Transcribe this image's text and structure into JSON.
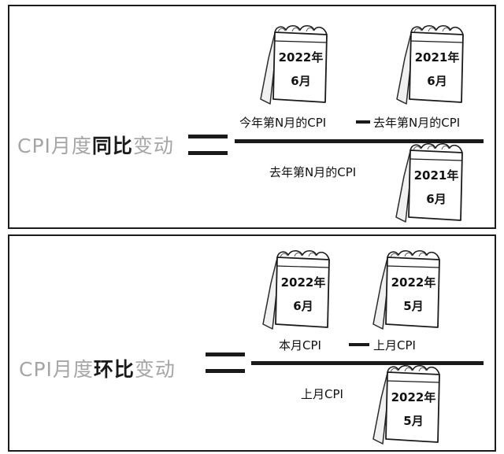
{
  "yoy": {
    "lhs_prefix": "CPI月度",
    "lhs_em": "同比",
    "lhs_suffix": "变动",
    "numerator_left": "今年第N月的CPI",
    "numerator_right": "去年第N月的CPI",
    "denominator": "去年第N月的CPI",
    "calendars": [
      {
        "year": "2022年",
        "month": "6月"
      },
      {
        "year": "2021年",
        "month": "6月"
      },
      {
        "year": "2021年",
        "month": "6月"
      }
    ]
  },
  "mom": {
    "lhs_prefix": "CPI月度",
    "lhs_em": "环比",
    "lhs_suffix": "变动",
    "numerator_left": "本月CPI",
    "numerator_right": "上月CPI",
    "denominator": "上月CPI",
    "calendars": [
      {
        "year": "2022年",
        "month": "6月"
      },
      {
        "year": "2022年",
        "month": "5月"
      },
      {
        "year": "2022年",
        "month": "5月"
      }
    ]
  }
}
